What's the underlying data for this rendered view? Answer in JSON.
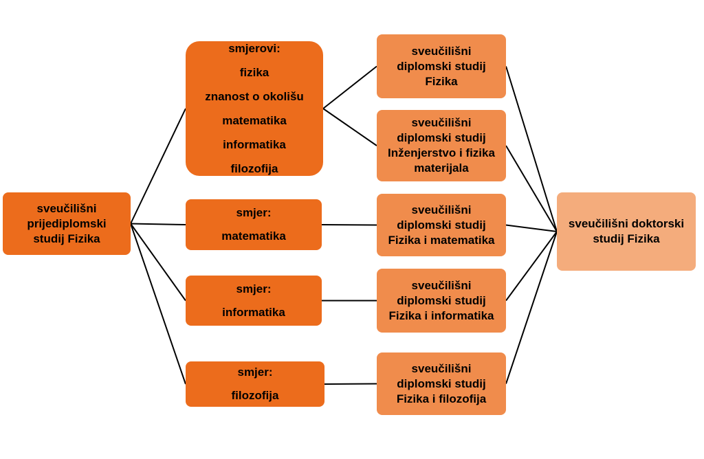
{
  "nodes": {
    "bachelor": {
      "lines": [
        "sveučilišni",
        "prijediplomski",
        "studij Fizika"
      ],
      "color": "#ec6c1c"
    },
    "tracks_many": {
      "lines": [
        "smjerovi:",
        "fizika",
        "znanost o okolišu",
        "matematika",
        "informatika",
        "filozofija"
      ],
      "color": "#ec6c1c"
    },
    "track_math": {
      "lines": [
        "smjer:",
        "matematika"
      ],
      "color": "#ec6c1c"
    },
    "track_info": {
      "lines": [
        "smjer:",
        "informatika"
      ],
      "color": "#ec6c1c"
    },
    "track_philo": {
      "lines": [
        "smjer:",
        "filozofija"
      ],
      "color": "#ec6c1c"
    },
    "master_physics": {
      "lines": [
        "sveučilišni",
        "diplomski studij",
        "Fizika"
      ],
      "color": "#f08c4c"
    },
    "master_materials": {
      "lines": [
        "sveučilišni",
        "diplomski studij",
        "Inženjerstvo i fizika",
        "materijala"
      ],
      "color": "#f08c4c"
    },
    "master_math": {
      "lines": [
        "sveučilišni",
        "diplomski studij",
        "Fizika i matematika"
      ],
      "color": "#f08c4c"
    },
    "master_info": {
      "lines": [
        "sveučilišni",
        "diplomski studij",
        "Fizika i informatika"
      ],
      "color": "#f08c4c"
    },
    "master_philo": {
      "lines": [
        "sveučilišni",
        "diplomski studij",
        "Fizika i filozofija"
      ],
      "color": "#f08c4c"
    },
    "doctoral": {
      "lines": [
        "sveučilišni doktorski",
        "studij Fizika"
      ],
      "color": "#f4ac7c"
    }
  },
  "edges": [
    [
      "bachelor",
      "tracks_many"
    ],
    [
      "bachelor",
      "track_math"
    ],
    [
      "bachelor",
      "track_info"
    ],
    [
      "bachelor",
      "track_philo"
    ],
    [
      "tracks_many",
      "master_physics"
    ],
    [
      "tracks_many",
      "master_materials"
    ],
    [
      "track_math",
      "master_math"
    ],
    [
      "track_info",
      "master_info"
    ],
    [
      "track_philo",
      "master_philo"
    ],
    [
      "master_physics",
      "doctoral"
    ],
    [
      "master_materials",
      "doctoral"
    ],
    [
      "master_math",
      "doctoral"
    ],
    [
      "master_info",
      "doctoral"
    ],
    [
      "master_philo",
      "doctoral"
    ]
  ]
}
